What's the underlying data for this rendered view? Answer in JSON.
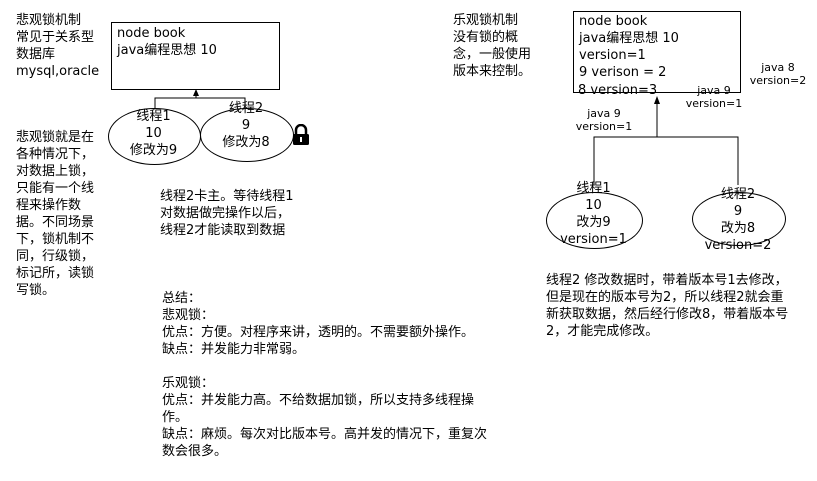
{
  "left": {
    "pessimistic_title": "悲观锁机制\n常见于关系型\n数据库\nmysql,oracle",
    "box": {
      "line1": "node book",
      "line2": "java编程思想 10"
    },
    "thread1": "线程1\n10\n修改为9",
    "thread2": "线程2\n9\n修改为8",
    "lock_icon": "lock-icon",
    "description": "悲观锁就是在\n各种情况下，\n对数据上锁，\n只能有一个线\n程来操作数\n据。不同场景\n下，锁机制不\n同，行级锁，\n标记所，读锁\n写锁。",
    "note": "线程2卡主。等待线程1\n对数据做完操作以后，\n线程2才能读取到数据",
    "summary": "总结：\n悲观锁：\n优点：方便。对程序来讲，透明的。不需要额外操作。\n缺点：并发能力非常弱。\n\n乐观锁：\n优点：并发能力高。不给数据加锁，所以支持多线程操\n作。\n缺点：麻烦。每次对比版本号。高并发的情况下，重复次\n数会很多。"
  },
  "right": {
    "optimistic_title": "乐观锁机制\n没有锁的概\n念，一般使用\n版本来控制。",
    "box": {
      "line1": "node book",
      "line2": "java编程思想 10",
      "line3": "version=1",
      "line4": "9 verison = 2",
      "line5": "8 version=3"
    },
    "label_java8": "java 8\nversion=2",
    "label_java9_a": "java 9\nversion=1",
    "label_java9_b": "java 9\nversion=1",
    "thread1": "线程1\n10\n改为9\nversion=1",
    "thread2": "线程2\n9\n改为8\nversion=2",
    "note": "线程2 修改数据时，带着版本号1去修改，\n但是现在的版本号为2，所以线程2就会重\n新获取数据，然后经行修改8，带着版本号\n2，才能完成修改。"
  }
}
